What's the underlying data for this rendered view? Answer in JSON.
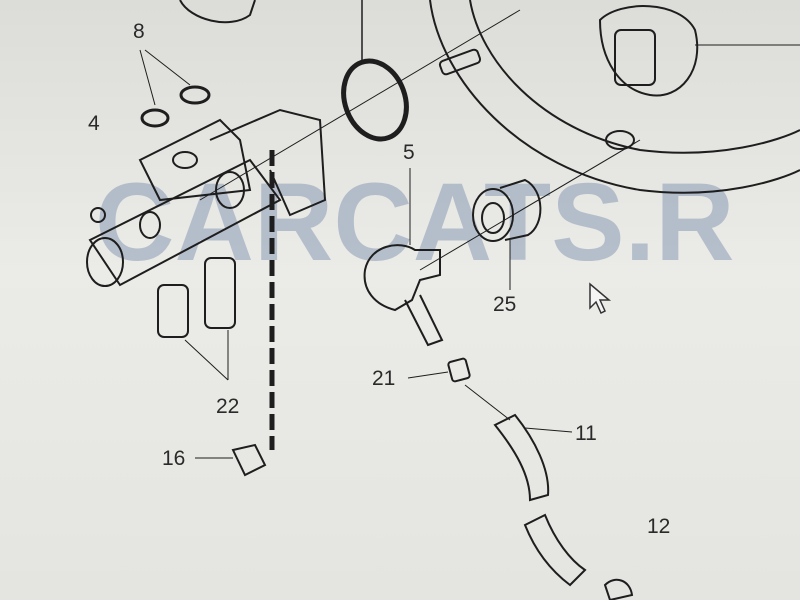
{
  "watermark": "CARCATS.R",
  "callouts": {
    "c8": "8",
    "c4": "4",
    "c5": "5",
    "c25": "25",
    "c21": "21",
    "c22": "22",
    "c11": "11",
    "c16": "16",
    "c12": "12"
  }
}
